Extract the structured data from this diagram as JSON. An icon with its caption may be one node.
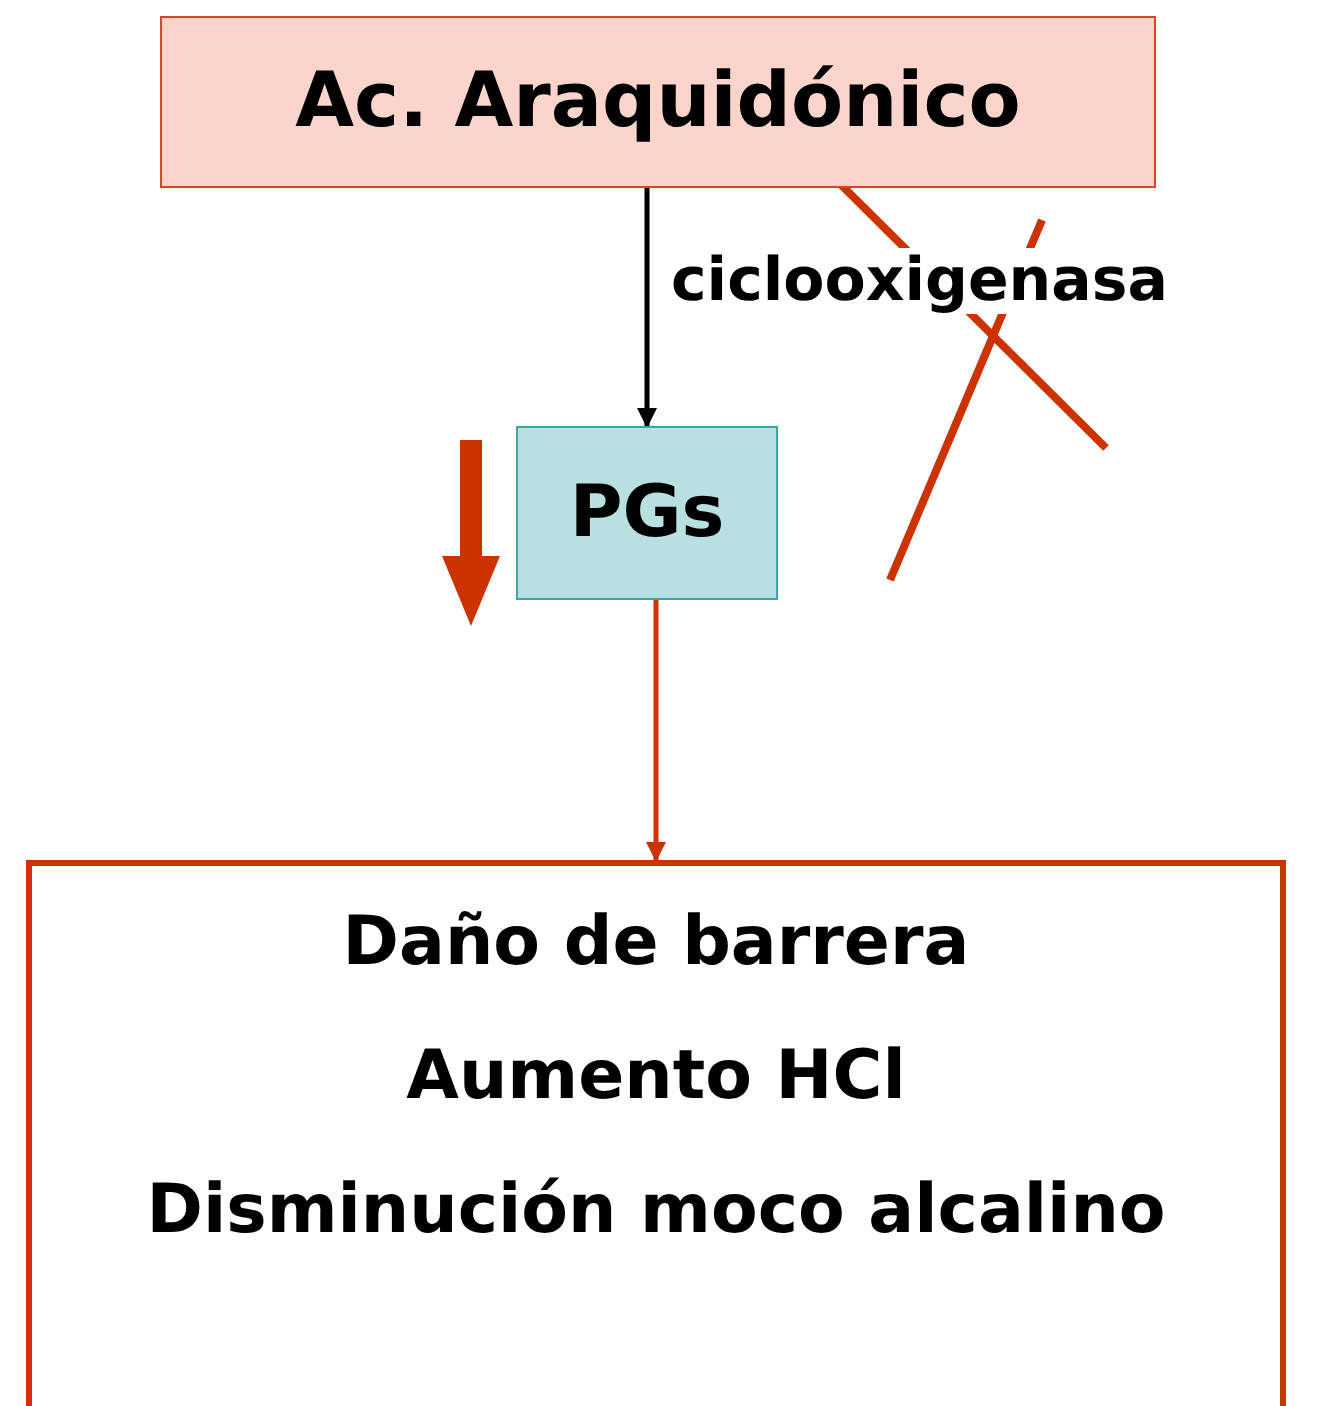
{
  "diagram": {
    "nodes": [
      {
        "text": [
          "Ac. Araquidónico"
        ]
      },
      {
        "text": [
          "PGs"
        ]
      },
      {
        "text": [
          "Daño de barrera",
          "Aumento HCl",
          "Disminución moco alcalino"
        ]
      }
    ],
    "edges": [
      {
        "from": 0,
        "to": 1,
        "arrow": "to",
        "label": "ciclooxigenasa"
      },
      {
        "from": 1,
        "to": 2,
        "arrow": "to",
        "color": "#cc3300"
      }
    ]
  }
}
